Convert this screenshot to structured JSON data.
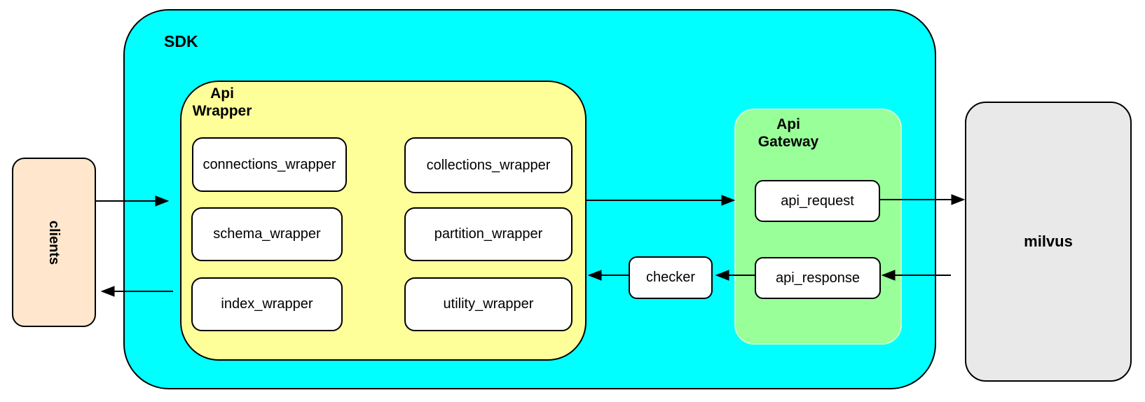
{
  "diagram": {
    "title_note": "Milvus SDK architecture diagram",
    "nodes": {
      "clients": {
        "label": "clients",
        "fill": "#ffe6cc"
      },
      "sdk": {
        "label": "SDK",
        "fill": "#00ffff"
      },
      "api_wrapper": {
        "label": "Api\nWrapper",
        "fill": "#ffff99"
      },
      "wrappers": [
        {
          "label": "connections_wrapper"
        },
        {
          "label": "collections_wrapper"
        },
        {
          "label": "schema_wrapper"
        },
        {
          "label": "partition_wrapper"
        },
        {
          "label": "index_wrapper"
        },
        {
          "label": "utility_wrapper"
        }
      ],
      "checker": {
        "label": "checker",
        "fill": "#ffffff"
      },
      "api_gateway": {
        "label": "Api\nGateway",
        "fill": "#99ff99"
      },
      "api_request": {
        "label": "api_request",
        "fill": "#ffffff"
      },
      "api_response": {
        "label": "api_response",
        "fill": "#ffffff"
      },
      "milvus": {
        "label": "milvus",
        "fill": "#e9e9e9"
      }
    },
    "edges": [
      {
        "from": "clients",
        "to": "sdk"
      },
      {
        "from": "sdk",
        "to": "clients"
      },
      {
        "from": "api_wrapper",
        "to": "api_gateway"
      },
      {
        "from": "api_request",
        "to": "milvus"
      },
      {
        "from": "milvus",
        "to": "api_response"
      },
      {
        "from": "api_response",
        "to": "checker"
      },
      {
        "from": "checker",
        "to": "api_wrapper"
      }
    ],
    "colors": {
      "stroke": "#000000",
      "sdk_fill": "#00ffff",
      "api_wrapper_fill": "#ffff99",
      "api_gateway_fill": "#99ff99",
      "clients_fill": "#ffe6cc",
      "milvus_fill": "#e9e9e9",
      "leaf_fill": "#ffffff"
    }
  }
}
